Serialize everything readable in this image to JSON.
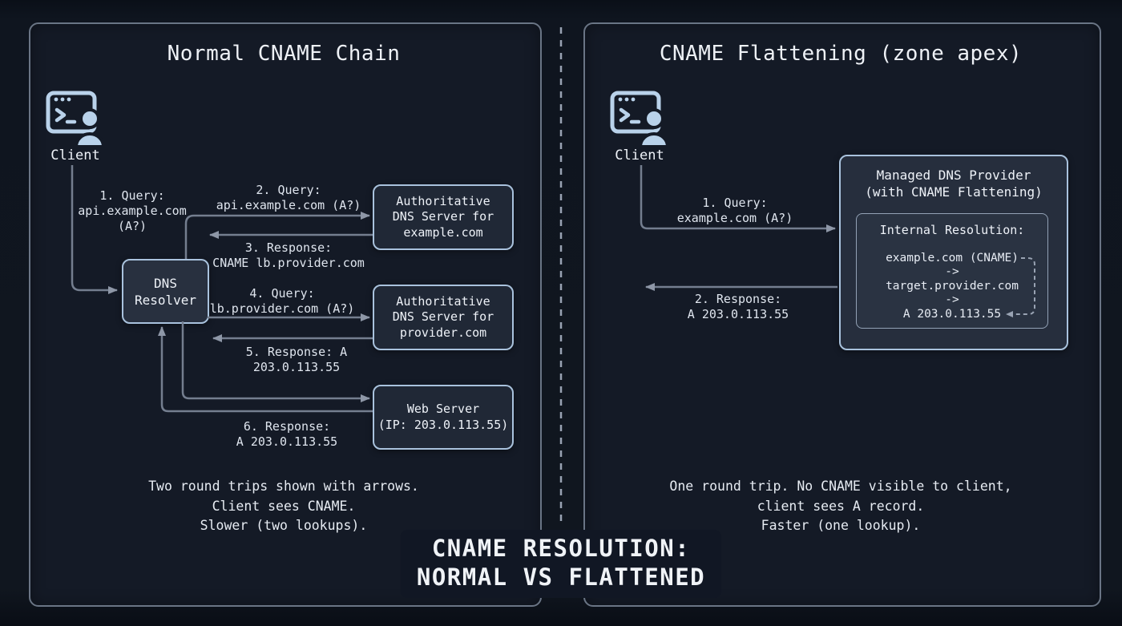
{
  "big_title": {
    "line1": "CNAME RESOLUTION:",
    "line2": "NORMAL VS FLATTENED"
  },
  "icons": {
    "client": "terminal-user-icon"
  },
  "colors": {
    "background": "#10161f",
    "panel_border": "#6a7585",
    "node_border": "#a9c2dd",
    "node_fill": "#202836",
    "arrow": "#747e8f",
    "icon": "#b9d2ea",
    "text": "#e9edf4",
    "divider": "#99a3b3"
  },
  "left": {
    "title": "Normal CNAME Chain",
    "client_label": "Client",
    "resolver": {
      "line1": "DNS",
      "line2": "Resolver"
    },
    "auth_example": {
      "line1": "Authoritative",
      "line2": "DNS Server for",
      "line3": "example.com"
    },
    "auth_provider": {
      "line1": "Authoritative",
      "line2": "DNS Server for",
      "line3": "provider.com"
    },
    "web_server": {
      "line1": "Web Server",
      "line2": "(IP: 203.0.113.55)"
    },
    "m1": {
      "line1": "1. Query:",
      "line2": "api.example.com",
      "line3": "(A?)"
    },
    "m2": {
      "line1": "2. Query:",
      "line2": "api.example.com (A?)"
    },
    "m3": {
      "line1": "3. Response:",
      "line2": "CNAME lb.provider.com"
    },
    "m4": {
      "line1": "4. Query:",
      "line2": "lb.provider.com (A?)"
    },
    "m5": {
      "line1": "5. Response: A",
      "line2": "203.0.113.55"
    },
    "m6": {
      "line1": "6. Response:",
      "line2": "A 203.0.113.55"
    },
    "footer": {
      "line1": "Two round trips shown with arrows.",
      "line2": "Client sees CNAME.",
      "line3": "Slower (two lookups)."
    }
  },
  "right": {
    "title": "CNAME Flattening (zone apex)",
    "client_label": "Client",
    "provider": {
      "title1": "Managed DNS Provider",
      "title2": "(with CNAME Flattening)"
    },
    "internal": {
      "title": "Internal Resolution:",
      "step1": "example.com (CNAME)",
      "arrow1": "->",
      "step2": "target.provider.com",
      "arrow2": "->",
      "step3": "A 203.0.113.55"
    },
    "m1": {
      "line1": "1. Query:",
      "line2": "example.com (A?)"
    },
    "m2": {
      "line1": "2. Response:",
      "line2": "A 203.0.113.55"
    },
    "footer": {
      "line1": "One round trip. No CNAME visible to client,",
      "line2": "client sees A record.",
      "line3": "Faster (one lookup)."
    }
  }
}
